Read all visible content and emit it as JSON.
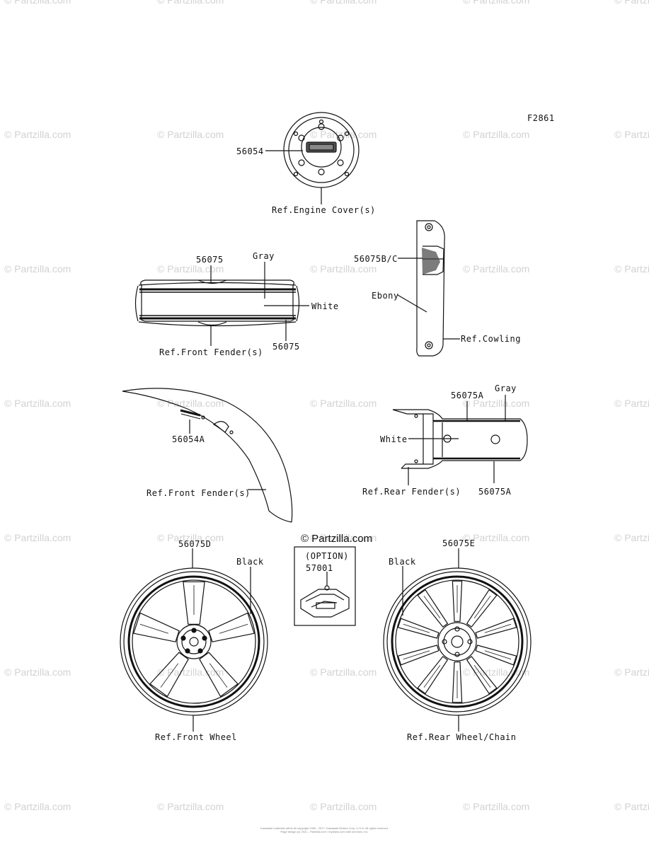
{
  "figure_code": "F2861",
  "watermark_text": "© Partzilla.com",
  "center_watermark": "© Partzilla.com",
  "copyright_lines": [
    "Kawasaki materials within all copyright 1995 - 2017, Kawasaki Motors Corp, U.S.A. All rights reserved.",
    "Page design (c) 2021 - Partzilla.com / mysfans.com web services, Inc."
  ],
  "labels": {
    "engine_cover_part": "56054",
    "engine_cover_ref": "Ref.Engine Cover(s)",
    "front_fender_top_part": "56075",
    "front_fender_gray": "Gray",
    "front_fender_white": "White",
    "front_fender_bottom_part": "56075",
    "front_fender_ref": "Ref.Front Fender(s)",
    "cowling_part": "56075B/C",
    "cowling_color": "Ebony",
    "cowling_ref": "Ref.Cowling",
    "side_fender_part": "56054A",
    "side_fender_ref": "Ref.Front Fender(s)",
    "rear_fender_top_part": "56075A",
    "rear_fender_gray": "Gray",
    "rear_fender_white": "White",
    "rear_fender_ref": "Ref.Rear Fender(s)",
    "rear_fender_bottom_part": "56075A",
    "front_wheel_part": "56075D",
    "front_wheel_color": "Black",
    "front_wheel_ref": "Ref.Front Wheel",
    "option_heading": "(OPTION)",
    "option_part": "57001",
    "rear_wheel_part": "56075E",
    "rear_wheel_color": "Black",
    "rear_wheel_ref": "Ref.Rear Wheel/Chain"
  }
}
